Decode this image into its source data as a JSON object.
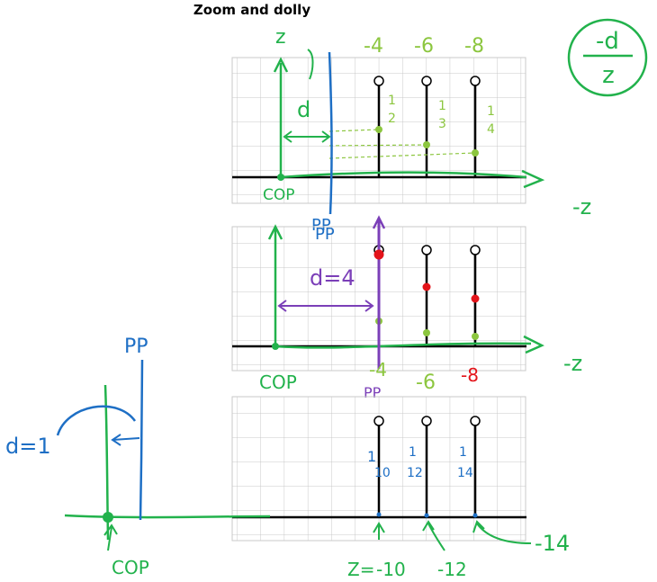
{
  "title": "Zoom and dolly",
  "colors": {
    "grid": "#c8c8c8",
    "axis": "#000000",
    "green": "#22b24c",
    "lightgreen": "#8cc63f",
    "blue": "#1e6fc5",
    "purple": "#7b3fb8",
    "red": "#e3141a"
  },
  "formula": {
    "numerator": "-d",
    "denominator": "z"
  },
  "panel1": {
    "axis_top": "z",
    "axis_right": "-z",
    "distance_label": "d",
    "cop_label": "COP",
    "pp_label": "PP",
    "z_labels": [
      "-4",
      "-6",
      "-8"
    ],
    "fractions": [
      {
        "num": "1",
        "den": "2"
      },
      {
        "num": "1",
        "den": "3"
      },
      {
        "num": "1",
        "den": "4"
      }
    ]
  },
  "panel2": {
    "axis_right": "-z",
    "pp_label": "PP",
    "distance_label": "d=4",
    "cop_label": "COP",
    "z_labels": [
      "-4",
      "-6",
      "-8"
    ]
  },
  "panel3": {
    "pp_label": "PP",
    "fractions": [
      {
        "num": "1",
        "den": "10"
      },
      {
        "num": "1",
        "den": "12"
      },
      {
        "num": "1",
        "den": "14"
      }
    ],
    "z_prefix": "Z=",
    "z_labels": [
      "-10",
      "-12",
      "-14"
    ]
  },
  "side": {
    "pp_label": "PP",
    "distance_label": "d=1",
    "cop_label": "COP"
  }
}
